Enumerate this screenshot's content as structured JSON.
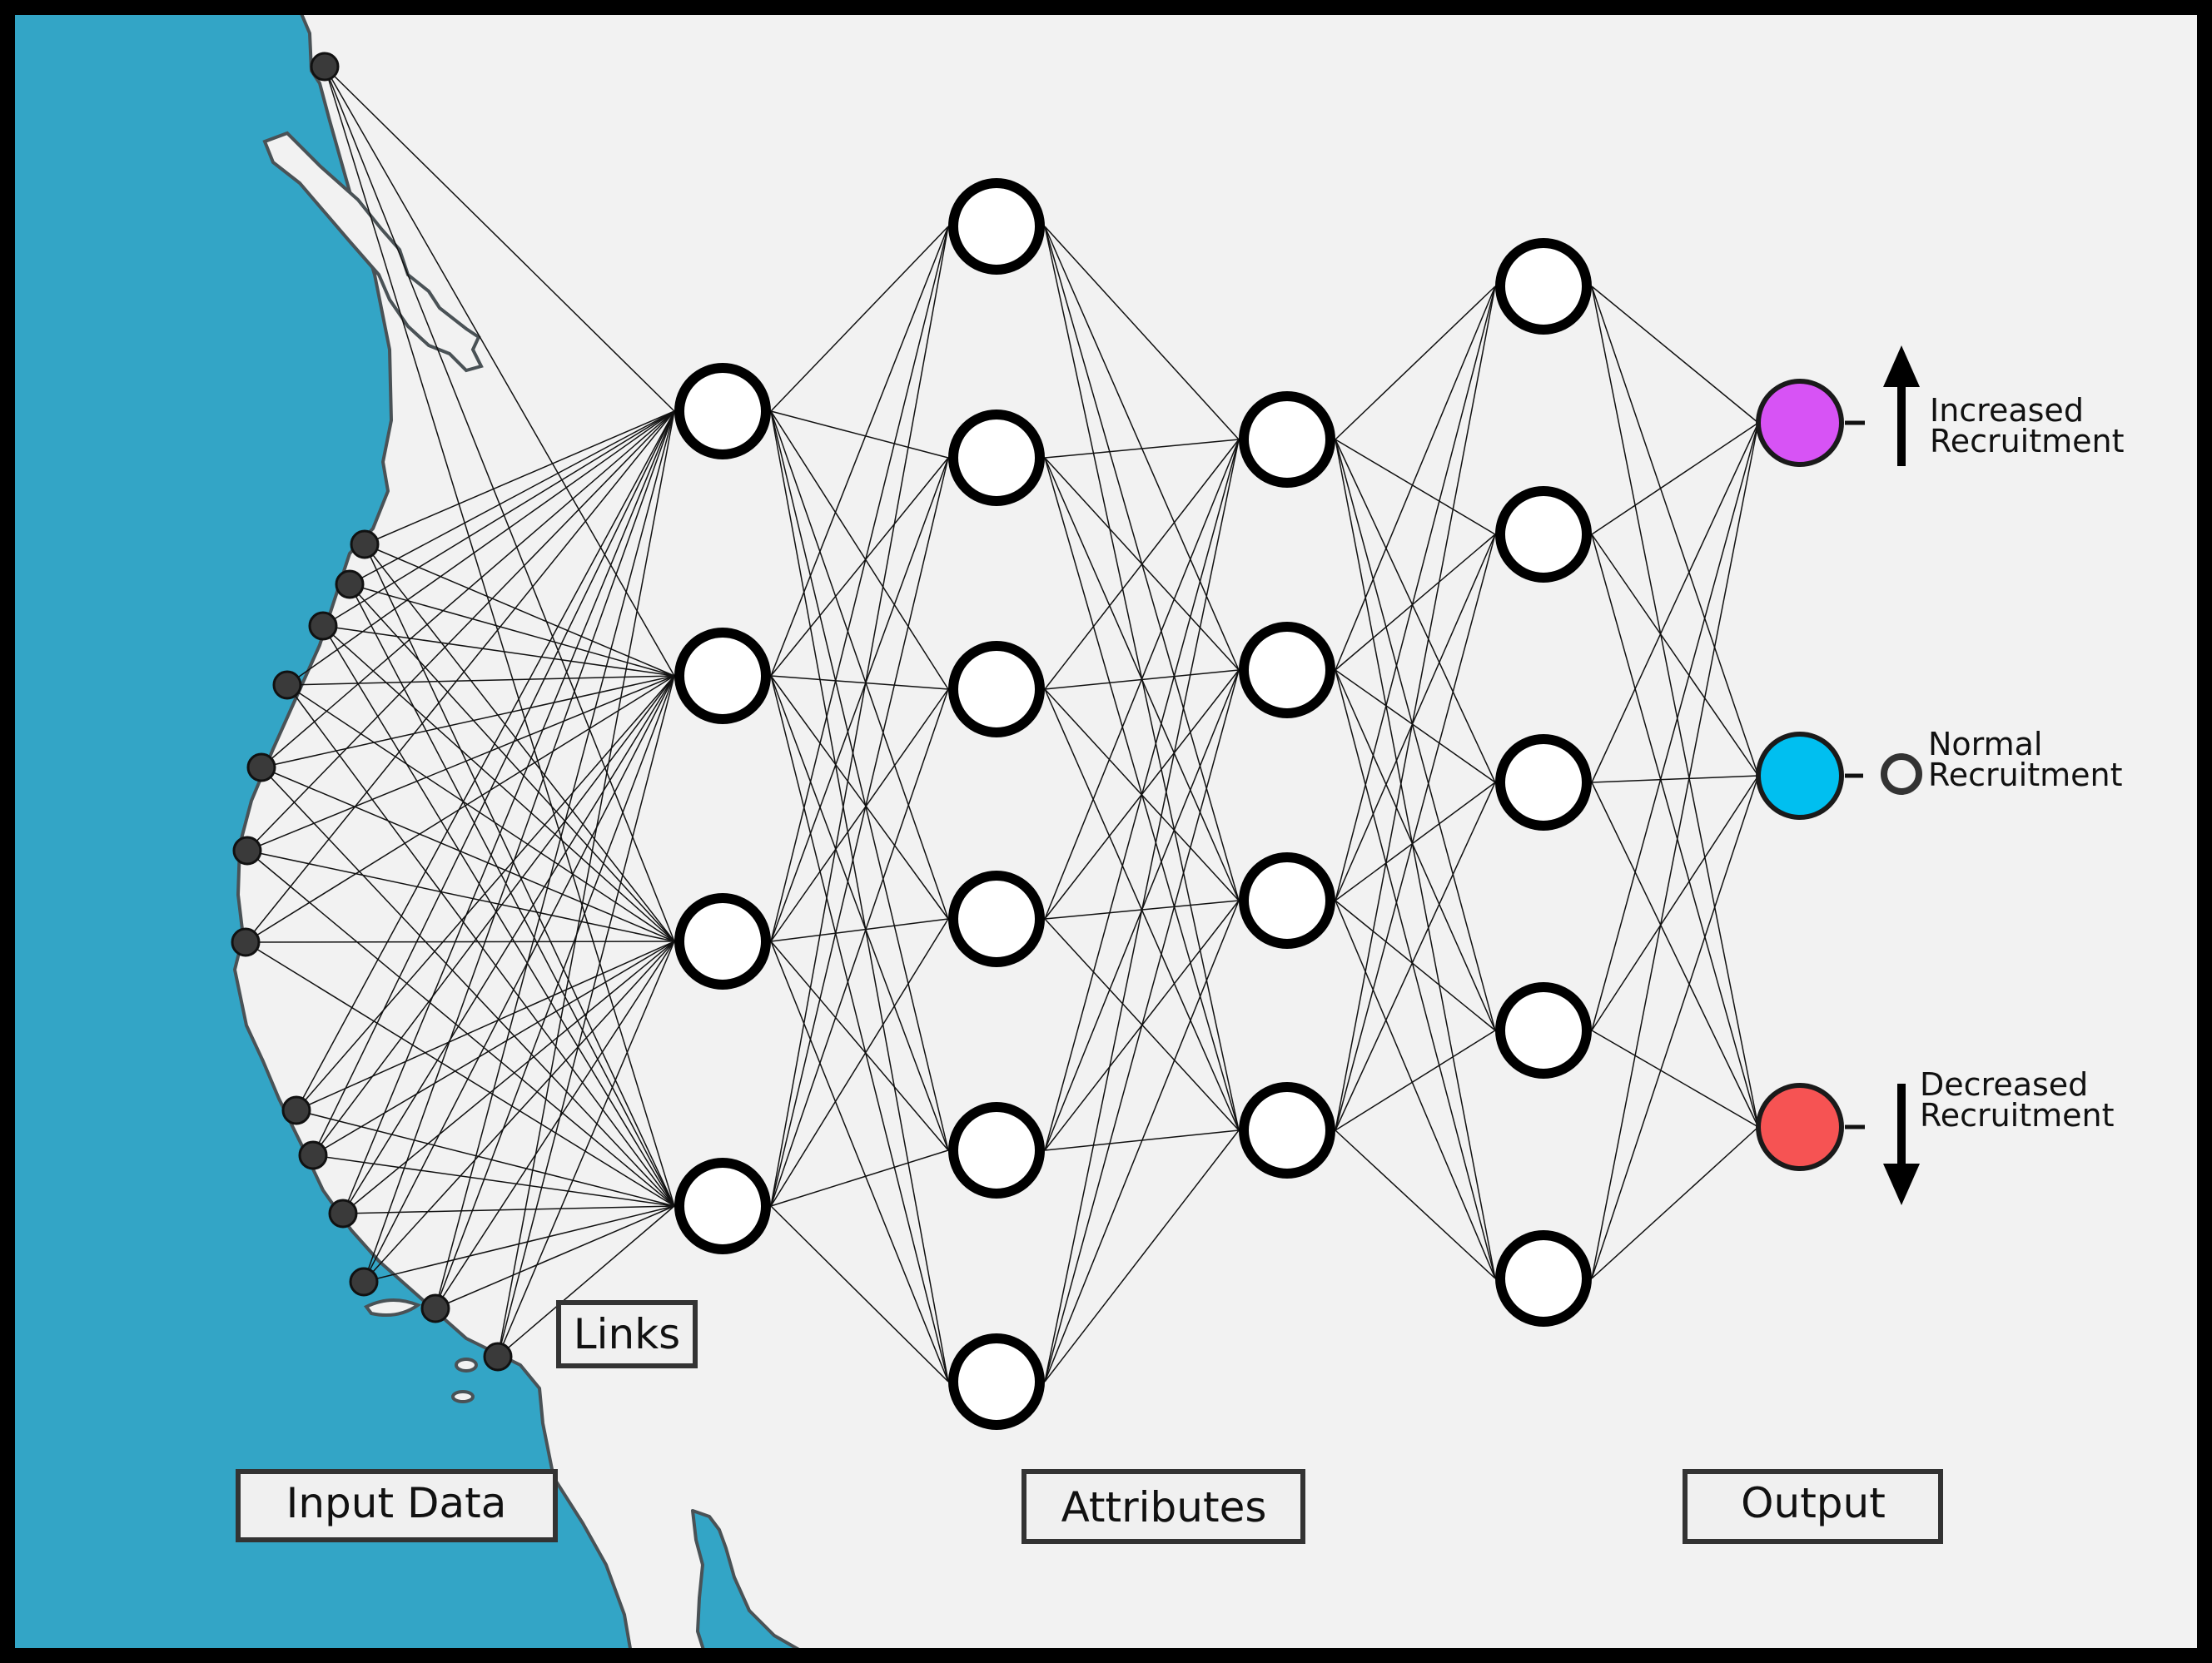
{
  "labels": {
    "input": "Input Data",
    "attributes": "Attributes",
    "output": "Output",
    "links": "Links"
  },
  "outputs": [
    {
      "line1": "Increased",
      "line2": "Recruitment",
      "color": "#d753f5",
      "indicator": "up-arrow-icon"
    },
    {
      "line1": "Normal",
      "line2": "Recruitment",
      "color": "#00bff0",
      "indicator": "hollow-circle-icon"
    },
    {
      "line1": "Decreased",
      "line2": "Recruitment",
      "color": "#f65353",
      "indicator": "down-arrow-icon"
    }
  ],
  "colors": {
    "sea": "#33a5c6",
    "land": "#f2f2f2",
    "coast_outline": "#4a5256",
    "neuron_fill": "#ffffff",
    "neuron_stroke": "#000000"
  }
}
